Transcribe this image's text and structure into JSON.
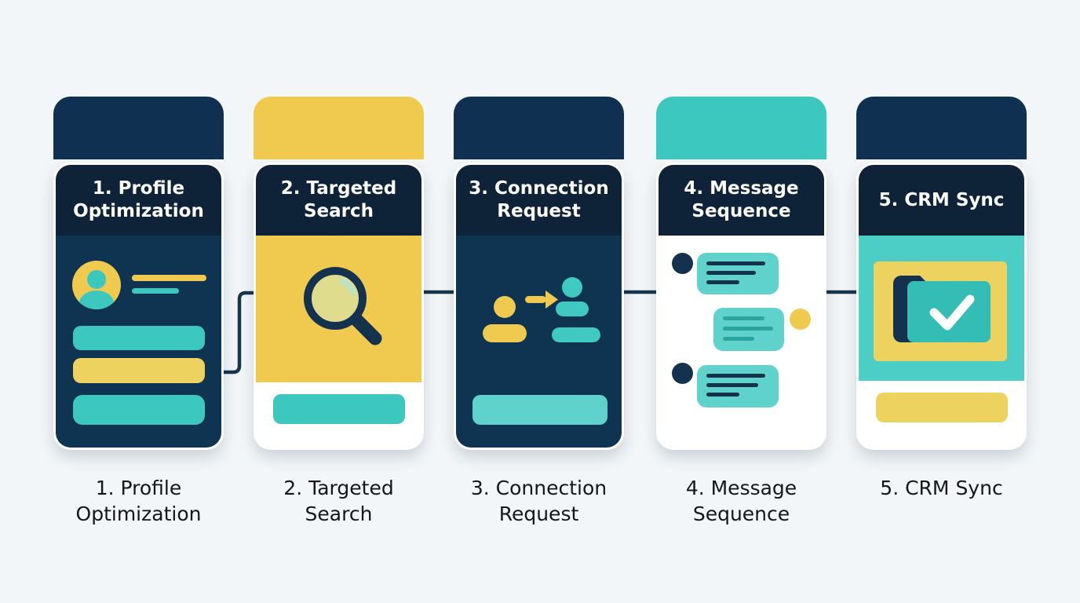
{
  "title": "LinkedIn outreach workflow diagram",
  "colors": {
    "bg": "#f2f6f8",
    "navy": "#0f3050",
    "navy-header": "#0e2337",
    "navy-body": "#0f3451",
    "navy-ink": "#14324e",
    "yellow": "#f0ca4e",
    "yellow-soft": "#eed25f",
    "teal": "#3cc8bf",
    "teal-light": "#5fd3cb",
    "teal-body": "#4ccdc5",
    "teal-line": "#2aa49c",
    "lens": "#dfdc8e",
    "white": "#ffffff",
    "caption": "#161616",
    "connector": "#16354f"
  },
  "steps": [
    {
      "title": "1. Profile Optimization",
      "caption": "1. Profile Optimization",
      "tab_color": "navy",
      "icon": "profile-card-icon"
    },
    {
      "title": "2. Targeted Search",
      "caption": "2. Targeted Search",
      "tab_color": "yellow",
      "icon": "magnifier-icon"
    },
    {
      "title": "3. Connection Request",
      "caption": "3. Connection Request",
      "tab_color": "navy",
      "icon": "person-to-person-arrow-icon"
    },
    {
      "title": "4. Message Sequence",
      "caption": "4. Message Sequence",
      "tab_color": "teal",
      "icon": "chat-bubbles-icon"
    },
    {
      "title": "5. CRM Sync",
      "caption": "5. CRM Sync",
      "tab_color": "navy",
      "icon": "folder-check-icon"
    }
  ]
}
